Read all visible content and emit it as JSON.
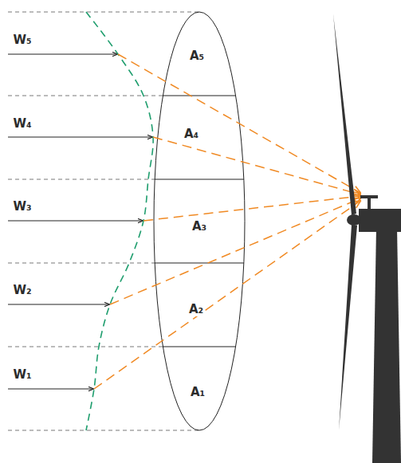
{
  "diagram": {
    "nodes": [
      {
        "text": [
          "A₅"
        ]
      },
      {
        "text": [
          "A₄"
        ]
      },
      {
        "text": [
          "A₃"
        ]
      },
      {
        "text": [
          "A₂"
        ]
      },
      {
        "text": [
          "A₁"
        ]
      }
    ],
    "labels": [
      "W₅",
      "W₄",
      "W₃",
      "W₂",
      "W₁"
    ]
  }
}
